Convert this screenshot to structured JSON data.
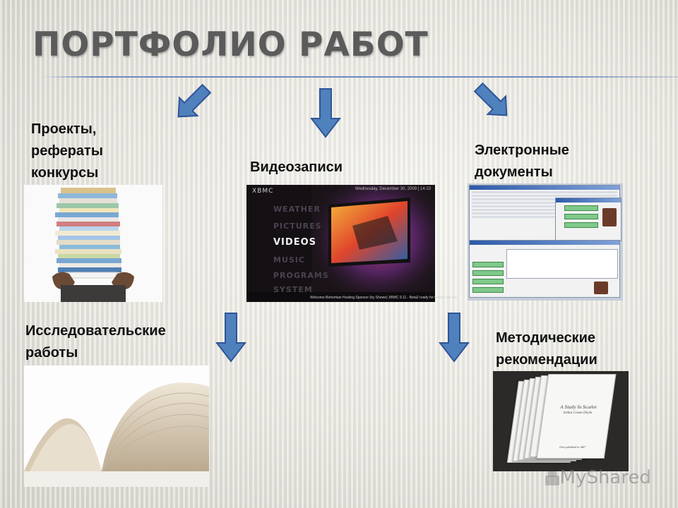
{
  "title": "ПОРТФОЛИО РАБОТ",
  "labels": {
    "projects": "Проекты,\nрефераты\nконкурсы",
    "video": "Видеозаписи",
    "edocs": "Электронные\nдокументы",
    "research": "Исследовательские\nработы",
    "methodical": "Методические\nрекомендации"
  },
  "media_screen": {
    "brand": "XBMC",
    "clock": "Wednesday, December 30, 2009 | 14:23",
    "menu": [
      "WEATHER",
      "PICTURES",
      "VIDEOS",
      "MUSIC",
      "PROGRAMS",
      "SYSTEM"
    ],
    "active": "VIDEOS",
    "ticker": "Welcome Bohemian Husting Sponsor (by Shewe)   XBMC 9.11 - Beta2 ready for testing (by Inc)"
  },
  "manual_cover": {
    "title": "A Study In Scarlet",
    "author": "Arthur Conan Doyle",
    "footer": "First published in 1887"
  },
  "watermark": "MyShared",
  "colors": {
    "arrow_fill": "#4f81bd",
    "arrow_stroke": "#2f5597",
    "title_text": "#5b5b5b",
    "rule": "#6a8cc0"
  },
  "icons": {
    "arrow": "arrow-icon",
    "watermark": "myshared-logo-icon"
  }
}
